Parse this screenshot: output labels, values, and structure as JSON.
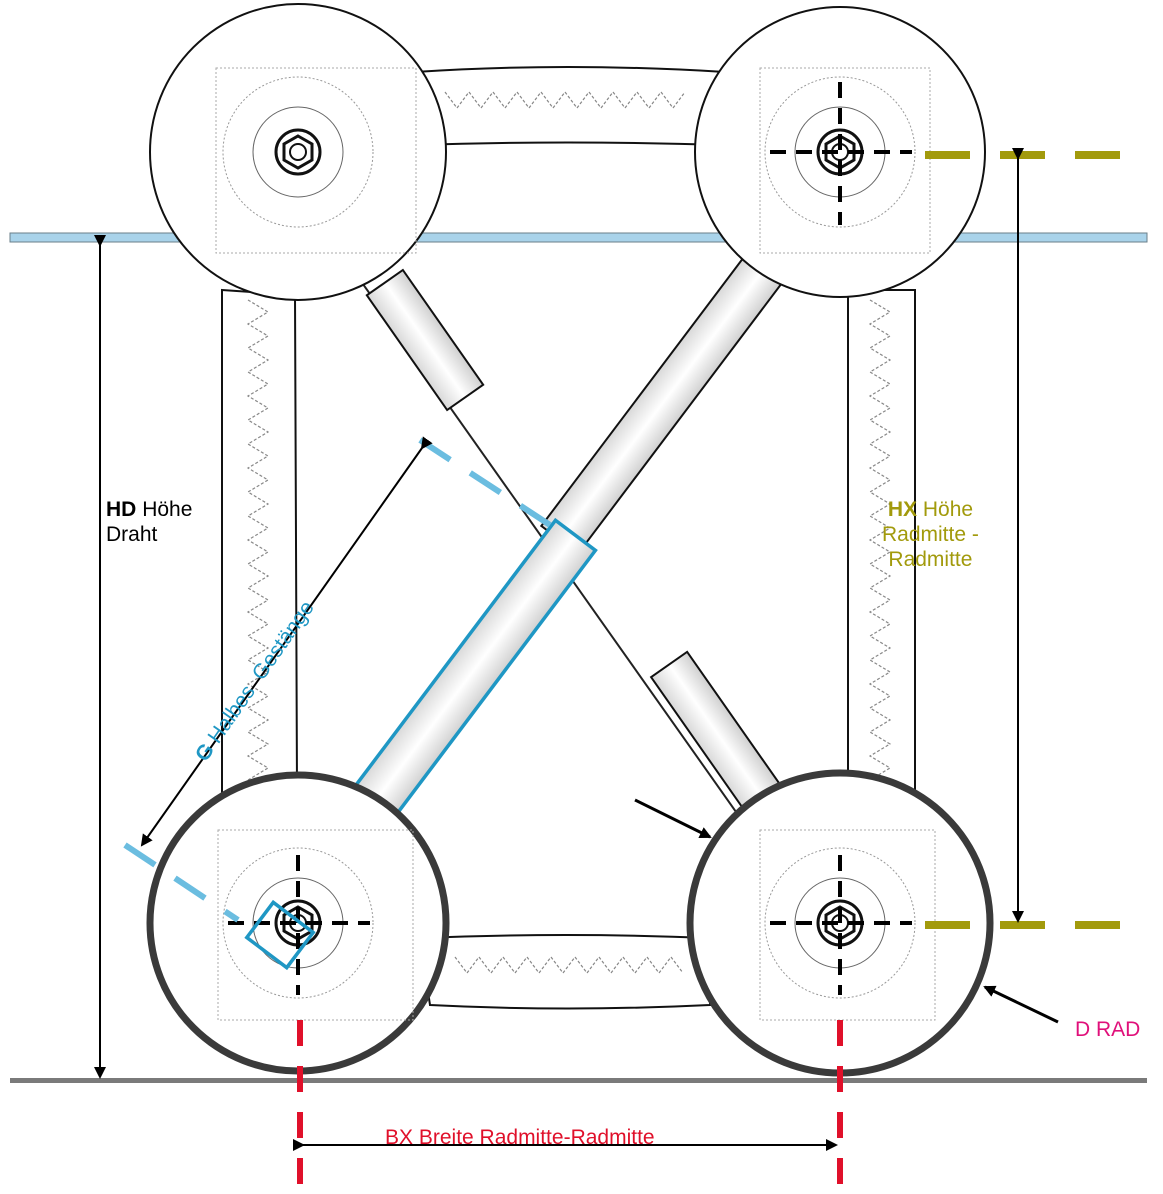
{
  "labels": {
    "hd": {
      "code": "HD",
      "line1": "Höhe",
      "line2": "Draht",
      "color": "#000000"
    },
    "hx": {
      "code": "HX",
      "line1": "Höhe",
      "line2": "Radmitte -",
      "line3": "Radmitte",
      "color": "#a29a0c"
    },
    "g": {
      "code": "G",
      "text": "Halbes  Gestänge",
      "color": "#1f97c4"
    },
    "bx": {
      "text": "BX Breite Radmitte-Radmitte",
      "color": "#e0102a"
    },
    "drad": {
      "text": "D RAD",
      "color": "#e0107a"
    }
  },
  "colors": {
    "wire": "#a9d3ea",
    "ground": "#7a7a7a",
    "g_dash": "#6bbde0",
    "hx_dash": "#a29a0c",
    "bx_dash": "#e0102a",
    "wheel_rim": "#3a3a3a"
  }
}
